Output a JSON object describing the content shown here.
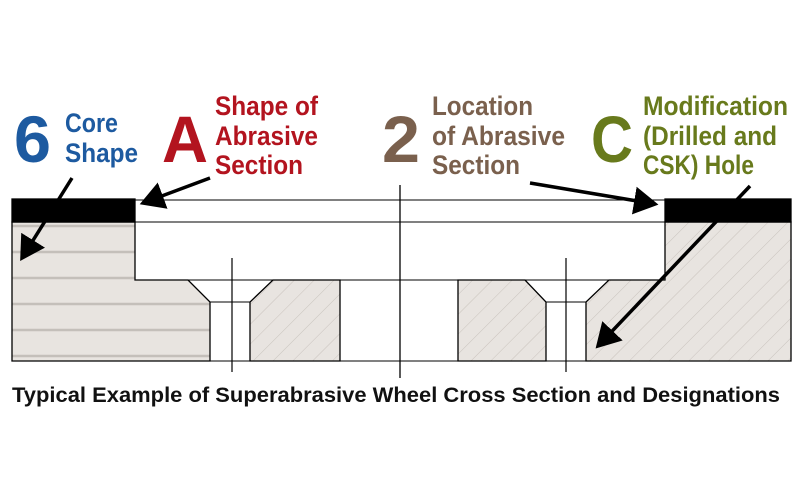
{
  "colors": {
    "core": "#1d5aa0",
    "abrasive_shape": "#b3141f",
    "location": "#7a604d",
    "modification": "#687a1c",
    "fill": "#e8e4e0",
    "ink": "#000000"
  },
  "designations": [
    {
      "code": "6",
      "lines": [
        "Core",
        "Shape"
      ]
    },
    {
      "code": "A",
      "lines": [
        "Shape of",
        "Abrasive",
        "Section"
      ]
    },
    {
      "code": "2",
      "lines": [
        "Location",
        "of Abrasive",
        "Section"
      ]
    },
    {
      "code": "C",
      "lines": [
        "Modification",
        "(Drilled and",
        "CSK) Hole"
      ]
    }
  ],
  "caption": "Typical Example of Superabrasive Wheel Cross Section and Designations"
}
